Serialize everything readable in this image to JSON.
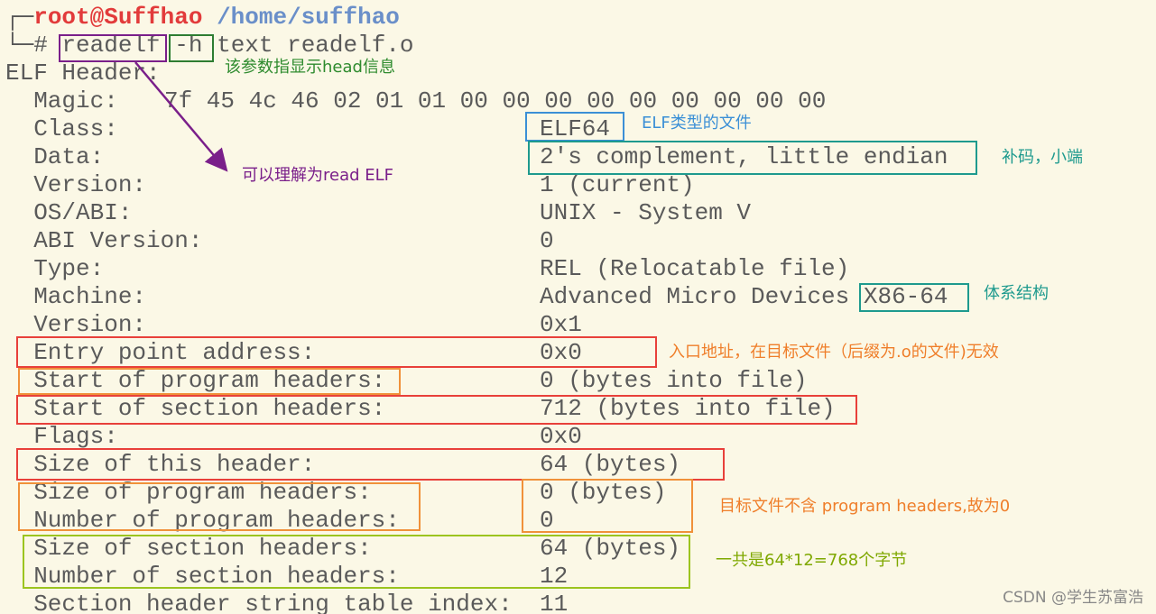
{
  "prompt": {
    "user_host": "root@Suffhao",
    "path": "/home/suffhao",
    "symbol": "#",
    "cmd_program": "readelf",
    "cmd_option": "-h",
    "cmd_args": "text readelf.o"
  },
  "header_title": "ELF Header:",
  "rows": [
    {
      "label": "  Magic:   ",
      "value": "7f 45 4c 46 02 01 01 00 00 00 00 00 00 00 00 00"
    },
    {
      "label": "  Class:",
      "value": "ELF64"
    },
    {
      "label": "  Data:",
      "value": "2's complement, little endian"
    },
    {
      "label": "  Version:",
      "value": "1 (current)"
    },
    {
      "label": "  OS/ABI:",
      "value": "UNIX - System V"
    },
    {
      "label": "  ABI Version:",
      "value": "0"
    },
    {
      "label": "  Type:",
      "value": "REL (Relocatable file)"
    },
    {
      "label": "  Machine:",
      "value": "Advanced Micro Devices X86-64"
    },
    {
      "label": "  Version:",
      "value": "0x1"
    },
    {
      "label": "  Entry point address:",
      "value": "0x0"
    },
    {
      "label": "  Start of program headers:",
      "value": "0 (bytes into file)"
    },
    {
      "label": "  Start of section headers:",
      "value": "712 (bytes into file)"
    },
    {
      "label": "  Flags:",
      "value": "0x0"
    },
    {
      "label": "  Size of this header:",
      "value": "64 (bytes)"
    },
    {
      "label": "  Size of program headers:",
      "value": "0 (bytes)"
    },
    {
      "label": "  Number of program headers:",
      "value": "0"
    },
    {
      "label": "  Size of section headers:",
      "value": "64 (bytes)"
    },
    {
      "label": "  Number of section headers:",
      "value": "12"
    },
    {
      "label": "  Section header string table index:",
      "value": "11"
    }
  ],
  "annotations": {
    "option_note": "该参数指显示head信息",
    "class_note": "ELF类型的文件",
    "data_note": "补码，小端",
    "readelf_note": "可以理解为read ELF",
    "machine_note": "体系结构",
    "entry_note": "入口地址，在目标文件（后缀为.o的文件)无效",
    "program_headers_note": "目标文件不含 program headers,故为0",
    "section_headers_note": "一共是64*12=768个字节"
  },
  "watermark": "CSDN @学生苏富浩",
  "colors": {
    "background": "#fbf8e6",
    "text": "#5a5a5a",
    "user": "#e23b3b",
    "path": "#6a8fc9",
    "purple": "#7a1f8a",
    "green": "#2e7d32",
    "blue": "#3b8fd6",
    "teal": "#1e9a8e",
    "red": "#e8403a",
    "orange": "#f0913a",
    "lime": "#9cc41f"
  }
}
